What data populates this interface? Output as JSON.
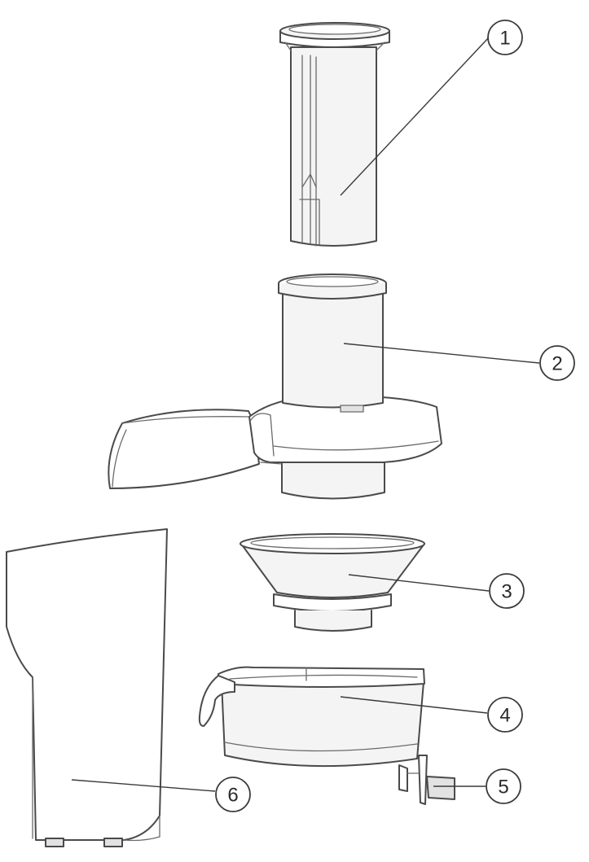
{
  "callouts": [
    {
      "id": "1",
      "label": "1"
    },
    {
      "id": "2",
      "label": "2"
    },
    {
      "id": "3",
      "label": "3"
    },
    {
      "id": "4",
      "label": "4"
    },
    {
      "id": "5",
      "label": "5"
    },
    {
      "id": "6",
      "label": "6"
    }
  ],
  "colors": {
    "line": "#4a4a4a",
    "background": "#ffffff"
  }
}
